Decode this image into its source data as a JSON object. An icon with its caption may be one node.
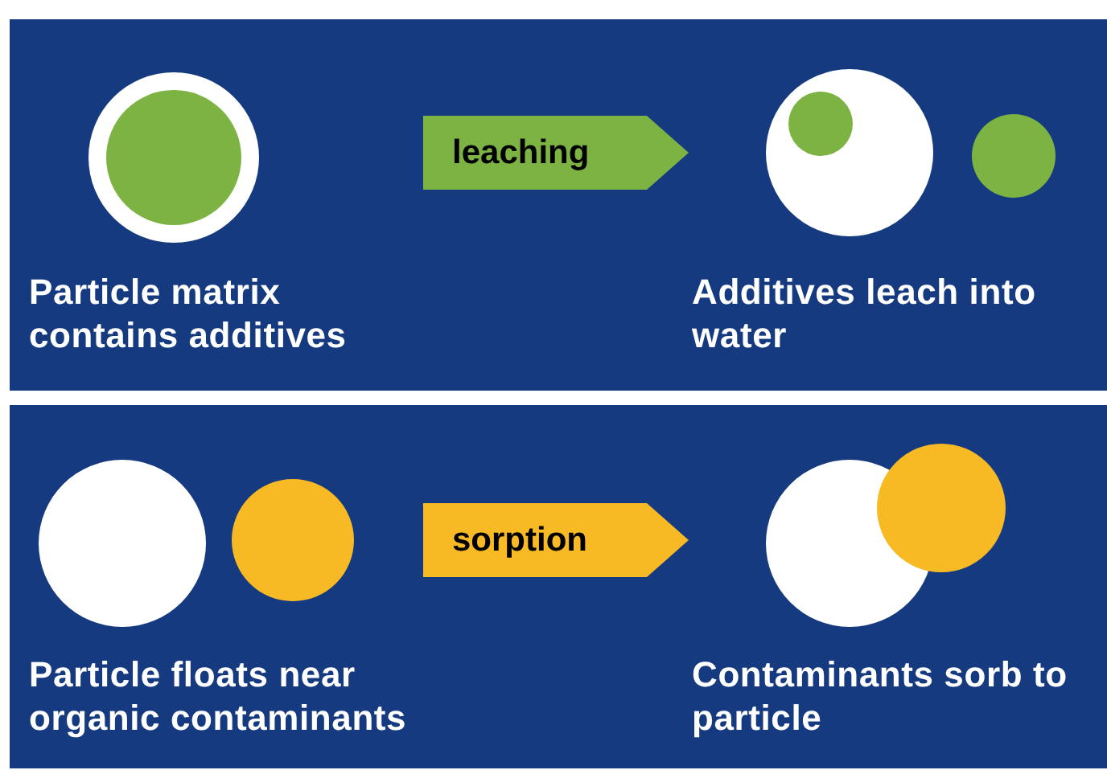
{
  "diagram": {
    "nodes": [
      {
        "text": [],
        "shape": "box"
      },
      {
        "text": [
          "Particle matrix contains additives"
        ],
        "in": 0
      },
      {
        "text": [
          "leaching"
        ],
        "in": 0
      },
      {
        "text": [
          "Additives leach into water"
        ],
        "in": 0
      },
      {
        "text": [],
        "shape": "box"
      },
      {
        "text": [
          "Particle floats near organic contaminants"
        ],
        "in": 4
      },
      {
        "text": [
          "sorption"
        ],
        "in": 4
      },
      {
        "text": [
          "Contaminants sorb to particle"
        ],
        "in": 4
      }
    ]
  }
}
